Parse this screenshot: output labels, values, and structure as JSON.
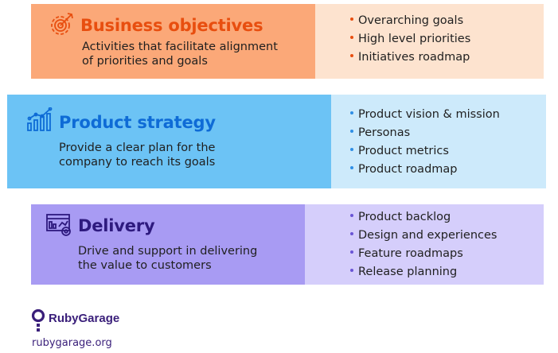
{
  "sections": [
    {
      "title": "Business objectives",
      "description": [
        "Activities that facilitate alignment",
        "of priorities and goals"
      ],
      "icon": "target-gear-icon",
      "color_dark": "#fba878",
      "color_light": "#fde3cf",
      "accent": "#e84e0f",
      "bullets": [
        "Overarching goals",
        "High level priorities",
        "Initiatives roadmap"
      ]
    },
    {
      "title": "Product strategy",
      "description": [
        "Provide a clear plan for the",
        "company to reach its goals"
      ],
      "icon": "growth-chart-icon",
      "color_dark": "#6cc3f5",
      "color_light": "#cdeafb",
      "accent": "#0e6bd6",
      "bullets": [
        "Product vision & mission",
        "Personas",
        "Product metrics",
        "Product roadmap"
      ]
    },
    {
      "title": "Delivery",
      "description": [
        "Drive and support in delivering",
        "the value to customers"
      ],
      "icon": "dashboard-gear-icon",
      "color_dark": "#a89bf3",
      "color_light": "#d5cefb",
      "accent": "#2e1a7e",
      "bullets": [
        "Product backlog",
        "Design and experiences",
        "Feature roadmaps",
        "Release planning"
      ]
    }
  ],
  "brand": {
    "name": "RubyGarage",
    "url": "rubygarage.org",
    "logo_icon": "rubygarage-logo-icon",
    "color": "#3a1f7a"
  }
}
